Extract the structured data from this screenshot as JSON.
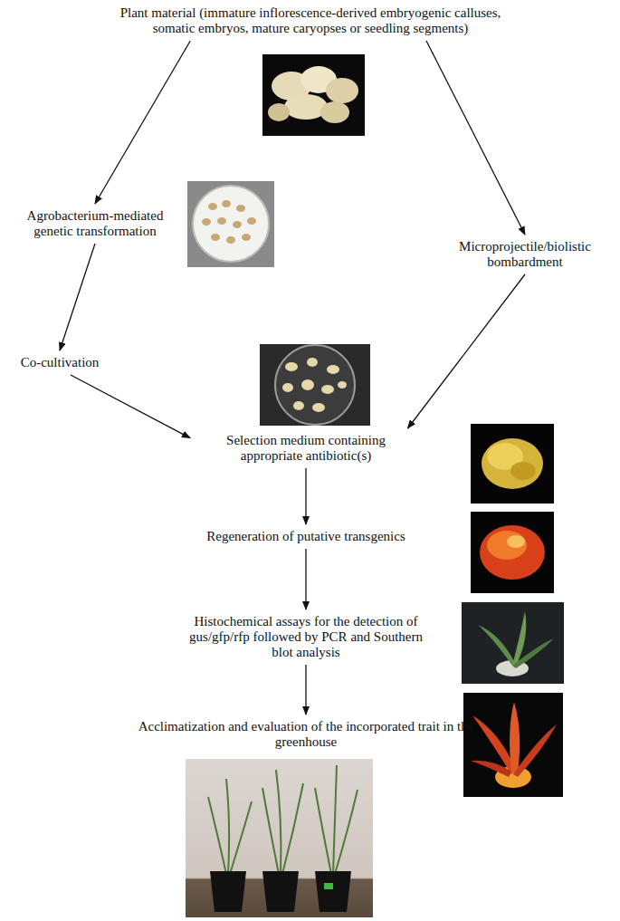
{
  "diagram": {
    "nodes": [
      {
        "text": [
          "Plant material (immature inflorescence-derived embryogenic calluses, somatic embryos, mature caryopses or seedling segments)"
        ]
      },
      {
        "text": [
          "Agrobacterium-mediated genetic transformation"
        ]
      },
      {
        "text": [
          "Microprojectile/biolistic bombardment"
        ]
      },
      {
        "text": [
          "Co-cultivation"
        ]
      },
      {
        "text": [
          "Selection medium containing appropriate antibiotic(s)"
        ]
      },
      {
        "text": [
          "Regeneration of putative transgenics"
        ]
      },
      {
        "text": [
          "Histochemical assays for the detection of gus/gfp/rfp followed by PCR and Southern blot analysis"
        ]
      },
      {
        "text": [
          "Acclimatization and evaluation of the incorporated trait in the greenhouse"
        ]
      }
    ],
    "edges": [
      {
        "from": 0,
        "to": 1,
        "arrow": "to"
      },
      {
        "from": 0,
        "to": 2,
        "arrow": "to"
      },
      {
        "from": 1,
        "to": 3,
        "arrow": "to"
      },
      {
        "from": 3,
        "to": 4,
        "arrow": "to"
      },
      {
        "from": 2,
        "to": 4,
        "arrow": "to"
      },
      {
        "from": 4,
        "to": 5,
        "arrow": "to"
      },
      {
        "from": 5,
        "to": 6,
        "arrow": "to"
      },
      {
        "from": 6,
        "to": 7,
        "arrow": "to"
      }
    ]
  }
}
